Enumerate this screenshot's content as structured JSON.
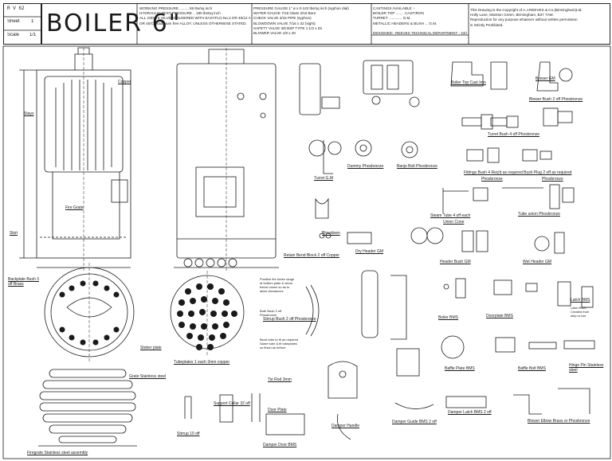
{
  "title_block": {
    "drawing_number": "R V 62",
    "sheet_label": "Sheet",
    "sheet_value": "1",
    "scale_label": "Scale",
    "scale_value": "1/1",
    "title": "BOILER 6\"",
    "spec_left": "WORKING PRESSURE ......... 85 lbs/sq inch\nHYDRAULIC TEST PRESSURE .. 180 lbs/sq inch\nALL JOINTS SILVERSOLDERED WITH EASYFLO No.2 OR 45/12 ALLOY,\nOR 40/C7 cadmium free ALLOY, UNLESS OTHERWISE STATED.",
    "spec_mid": "PRESSURE GAUGE 1\" ø x 0-120 lbs/sq inch (syphon dial)\nWATER GAUGE 7/16 Glass 3/16 Bore\nCHECK VALVE 3/16 PIPE (syphon)\nBLOWDOWN VALVE 7/16 x 32 (sight)\nSAFETY VALVE 3/8 BSP TYPE 1 1/2 x 25\nBLOWER VALVE 1/8 x 40",
    "spec_right": "CASTINGS AVAILABLE :-\nBOILER TOP ........ CASTIRON\nTURRET ............. G.M.\nMETALLIC HEADERS & BUSH ... G.M.\n\nDESIGNED:- REEVES TECHNICAL DEPARTMENT - 23/11/85",
    "copyright": "This Drawing is the Copyright of A.J.REEVES & Co.(Birmingham)Ltd.\nHolly Lane, Marston Green, Birmingham, B37 7AW.\nReproduction for any purpose whatever without written permission\nis Strictly Prohibited."
  },
  "labels": {
    "boiler_top_cast_iron": "Boiler Top Cast Iron",
    "blower_bush": "Blower Bush 2 off Phosbronze",
    "turret_bush": "Turret Bush 4 off Phosbronze",
    "fittings_bush": "Fittings Bush 4 Req'd as required Bush Plug 2 off as required",
    "phosbronze_1": "Phosbronze",
    "phosbronze_2": "Phosbronze",
    "turret_gm": "Turret G.M",
    "dummy_phosbronze": "Dummy Phosbronze",
    "banjo_bolt": "Banjo Bolt Phosbronze",
    "steam_tube": "Steam Tube 4 off each",
    "union_cone": "Union Cone",
    "tube_union": "Tube union Phosbronze",
    "retain_bend": "Retain Bend Block 2 off Copper",
    "dry_header": "Dry Header GM",
    "header_bush": "Header Bush GM",
    "wet_header": "Wet Header GM",
    "backplate_bush": "Backplate Bush 3 off Brass",
    "stoker_plate": "Stoker plate",
    "tubeplates": "Tubeplates 1 each 3mm copper",
    "grate": "Grate Stainless steel",
    "firegrate": "Firegrate Stainless steel assembly",
    "stirrup_bush": "Stirrup Bush 2 off Phosbronze",
    "tie_rod": "Tie Rod 3mm",
    "blower_bush_gm": "Blower GM",
    "stirrup": "Stirrup 10 off",
    "support_collar": "Support Collar 32 off",
    "door_plate": "Door Plate",
    "boiler_bush": "Boiler BMS",
    "doorplate": "Doorplate BMS",
    "baffle_plate": "Baffle Plate BMS",
    "latch_bms": "Latch BMS",
    "baffle_bolt": "Baffle Bolt BMS",
    "hinge_pin": "Hinge Pin Stainless steel",
    "damper_door": "Damper Door BMS",
    "damper_handle": "Damper Handle",
    "damper_guide": "Damper Guide BMS 2 off",
    "damper_latch": "Damper Latch BMS 2 off",
    "blower_elbow": "Blower Elbow Brass or Phosbronze",
    "stays_main": "Stays",
    "fire_grate_label": "Fire Grate",
    "blowdown": "Blowdown",
    "rain_skirt": "Skirt",
    "copper": "Copper"
  },
  "notes": {
    "fire_tube_note": "Position fire tubes range\nat bottom plate & clean\nbelow crown so as to\nallow clearances",
    "fire_tube_note2": "Bend tube to fit as required\nSame tube & fit tubeplates\nso finish as before",
    "gm_note": "Both Bush 2 off\nPhosbronze",
    "latch_note": "Latch BMS\nCreated from\nstrip or bar"
  }
}
